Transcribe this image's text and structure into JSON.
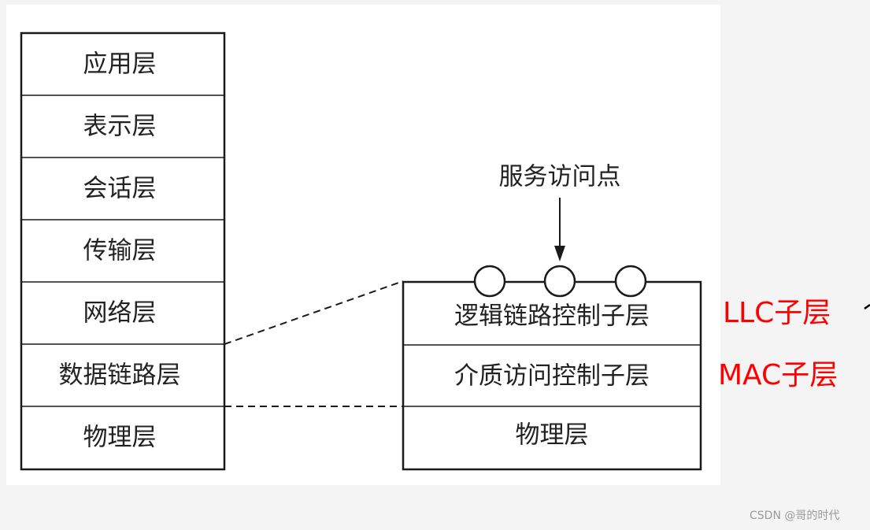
{
  "osi_stack": {
    "layers": [
      "应用层",
      "表示层",
      "会话层",
      "传输层",
      "网络层",
      "数据链路层",
      "物理层"
    ]
  },
  "lan_stack": {
    "layers": [
      "逻辑链路控制子层",
      "介质访问控制子层",
      "物理层"
    ],
    "service_access_point_label": "服务访问点"
  },
  "annotations": {
    "llc_label": "LLC子层",
    "mac_label": "MAC子层",
    "color": "#ff0000"
  },
  "watermark": "CSDN @哥的时代"
}
